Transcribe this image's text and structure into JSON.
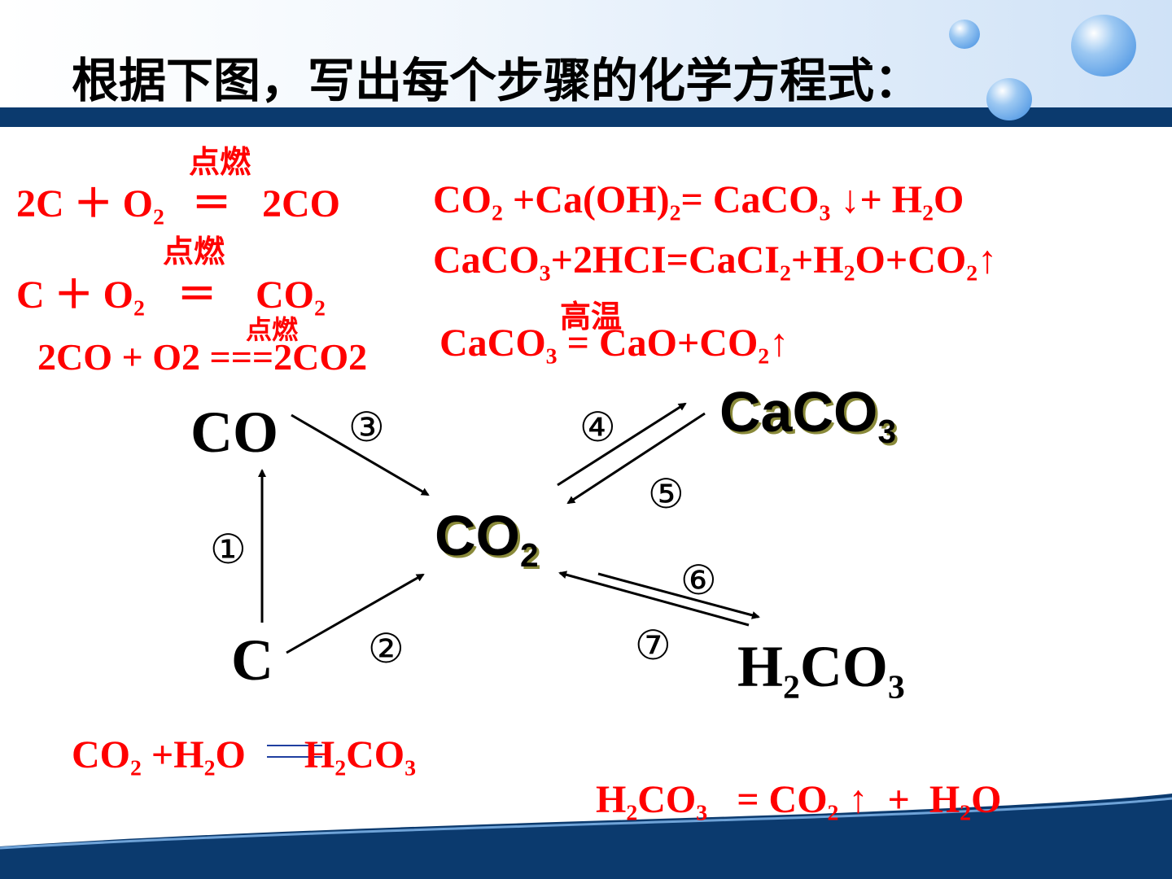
{
  "title": "根据下图，写出每个步骤的化学方程式：",
  "conditions": {
    "ignite": "点燃",
    "high_temp": "高温"
  },
  "equations": {
    "eq1": {
      "a": "2C ＋ O",
      "a_sub": "2",
      "sign": "＝",
      "b": "2CO"
    },
    "eq2": {
      "a": "C ＋ O",
      "a_sub": "2",
      "sign": "＝",
      "b": "CO",
      "b_sub": "2"
    },
    "eq3": {
      "text": "2CO + O2 ===2CO2"
    },
    "eq4": {
      "p1": "CO",
      "s1": "2",
      "p2": " +Ca(OH)",
      "s2": "2",
      "p3": "=  CaCO",
      "s3": "3",
      "p4": " ↓+ H",
      "s4": "2",
      "p5": "O"
    },
    "eq5": {
      "p1": "CaCO",
      "s1": "3",
      "p2": "+2HCI=CaCI",
      "s2": "2",
      "p3": "+H",
      "s3": "2",
      "p4": "O+CO",
      "s4": "2",
      "p5": "↑"
    },
    "eq6": {
      "p1": "CaCO",
      "s1": "3",
      "p2": " =  CaO+CO",
      "s2": "2",
      "p3": "↑"
    },
    "eq7": {
      "p1": "CO",
      "s1": "2",
      "p2": " +H",
      "s2": "2",
      "p3": "O",
      "p4": "H",
      "s4": "2",
      "p5": "CO",
      "s5": "3"
    },
    "eq8": {
      "p1": "H",
      "s1": "2",
      "p2": "CO",
      "s2": "3",
      "p3": "   = CO",
      "s3": "2",
      "p4": " ↑  +  H",
      "s4": "2",
      "p5": "O"
    }
  },
  "nodes": {
    "co": "CO",
    "c": "C",
    "co2": {
      "base": "CO",
      "sub": "2"
    },
    "caco3": {
      "base": "CaCO",
      "sub": "3"
    },
    "h2co3": {
      "p1": "H",
      "s1": "2",
      "p2": "CO",
      "s2": "3"
    }
  },
  "steps": {
    "s1": "①",
    "s2": "②",
    "s3": "③",
    "s4": "④",
    "s5": "⑤",
    "s6": "⑥",
    "s7": "⑦"
  },
  "colors": {
    "equation": "#ff0000",
    "header_band": "#0b3a6e",
    "arrow": "#000000",
    "double_line": "#1f3fa0"
  }
}
